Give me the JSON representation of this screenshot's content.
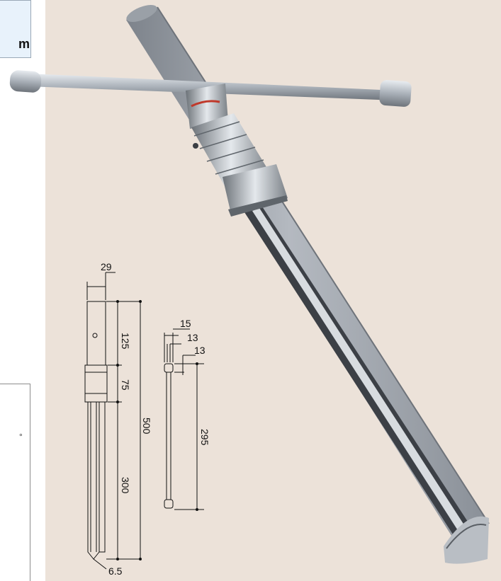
{
  "header": {
    "label": "m"
  },
  "side_panel": {
    "mark": "°"
  },
  "drawing": {
    "main": {
      "width": "29",
      "top": "125",
      "collar": "75",
      "total": "500",
      "blade": "300",
      "tip": "6.5"
    },
    "rod": {
      "outer": "15",
      "inner": "13",
      "end": "13",
      "length": "295"
    }
  },
  "colors": {
    "background": "#ece2d9",
    "tube": "#9da3ab",
    "steel": "#c9ced4",
    "header_tab": "#e8f2fb"
  }
}
